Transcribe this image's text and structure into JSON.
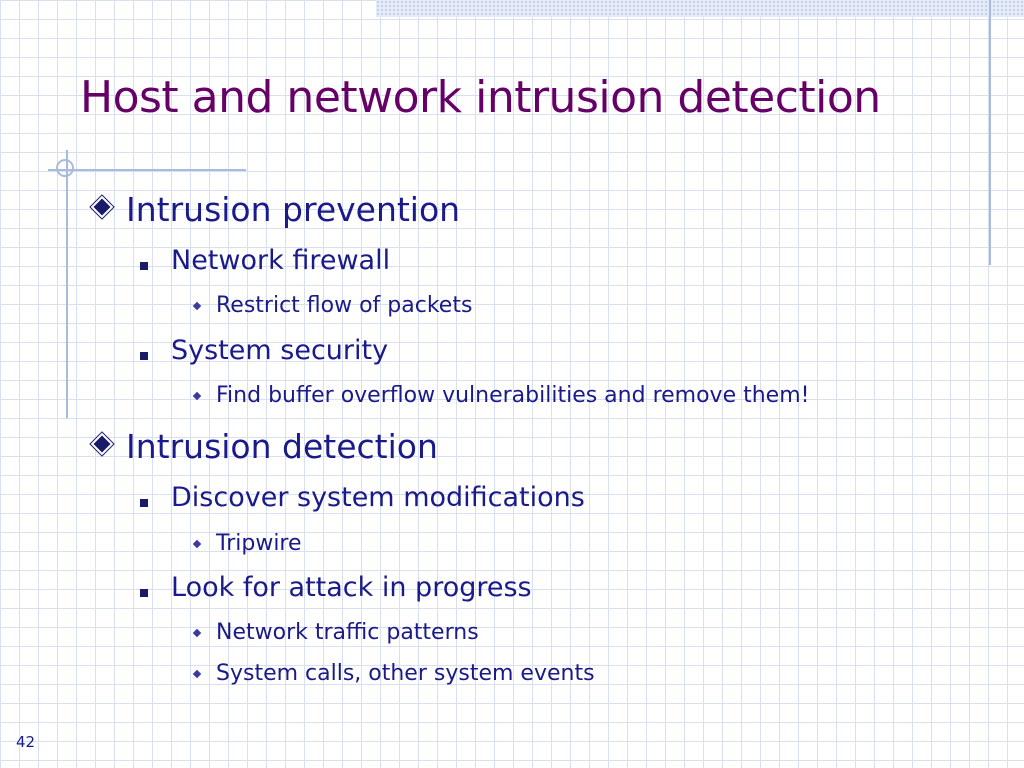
{
  "slide": {
    "title": "Host and network intrusion detection",
    "number": "42"
  },
  "bullets": [
    {
      "text": "Intrusion prevention"
    },
    {
      "text": "Network firewall"
    },
    {
      "text": "Restrict flow of packets"
    },
    {
      "text": "System security"
    },
    {
      "text": "Find buffer overflow vulnerabilities and remove them!"
    },
    {
      "text": "Intrusion detection"
    },
    {
      "text": "Discover system modifications"
    },
    {
      "text": "Tripwire"
    },
    {
      "text": "Look for attack in progress"
    },
    {
      "text": "Network traffic patterns"
    },
    {
      "text": "System calls, other system events"
    }
  ],
  "colors": {
    "title": "#660066",
    "body_text": "#1a1a8a",
    "grid": "#d8e0f0",
    "decoration": "#a9bbdd"
  }
}
